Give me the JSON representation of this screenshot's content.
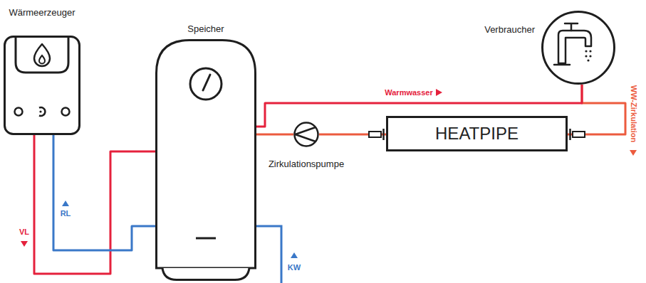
{
  "diagram": {
    "nodes": [
      {
        "text": [
          "Wärmeerzeuger"
        ]
      },
      {
        "text": [
          "Speicher"
        ]
      },
      {
        "text": [
          "Verbraucher"
        ]
      },
      {
        "text": [
          "Zirkulationspumpe"
        ]
      },
      {
        "text": [
          "HEATPIPE"
        ]
      }
    ],
    "edges": [
      {
        "from": 0,
        "to": 1,
        "arrow": "none",
        "label": "VL"
      },
      {
        "from": 1,
        "to": 0,
        "arrow": "none",
        "label": "RL"
      },
      {
        "from": 1,
        "to": 2,
        "arrow": "none",
        "label": "Warmwasser"
      },
      {
        "from": 2,
        "to": 4,
        "arrow": "none",
        "label": "WW-Zirkulation"
      },
      {
        "from": 4,
        "to": 3,
        "arrow": "none"
      },
      {
        "from": 3,
        "to": 1,
        "arrow": "none"
      }
    ],
    "labels": [
      "KW"
    ]
  }
}
